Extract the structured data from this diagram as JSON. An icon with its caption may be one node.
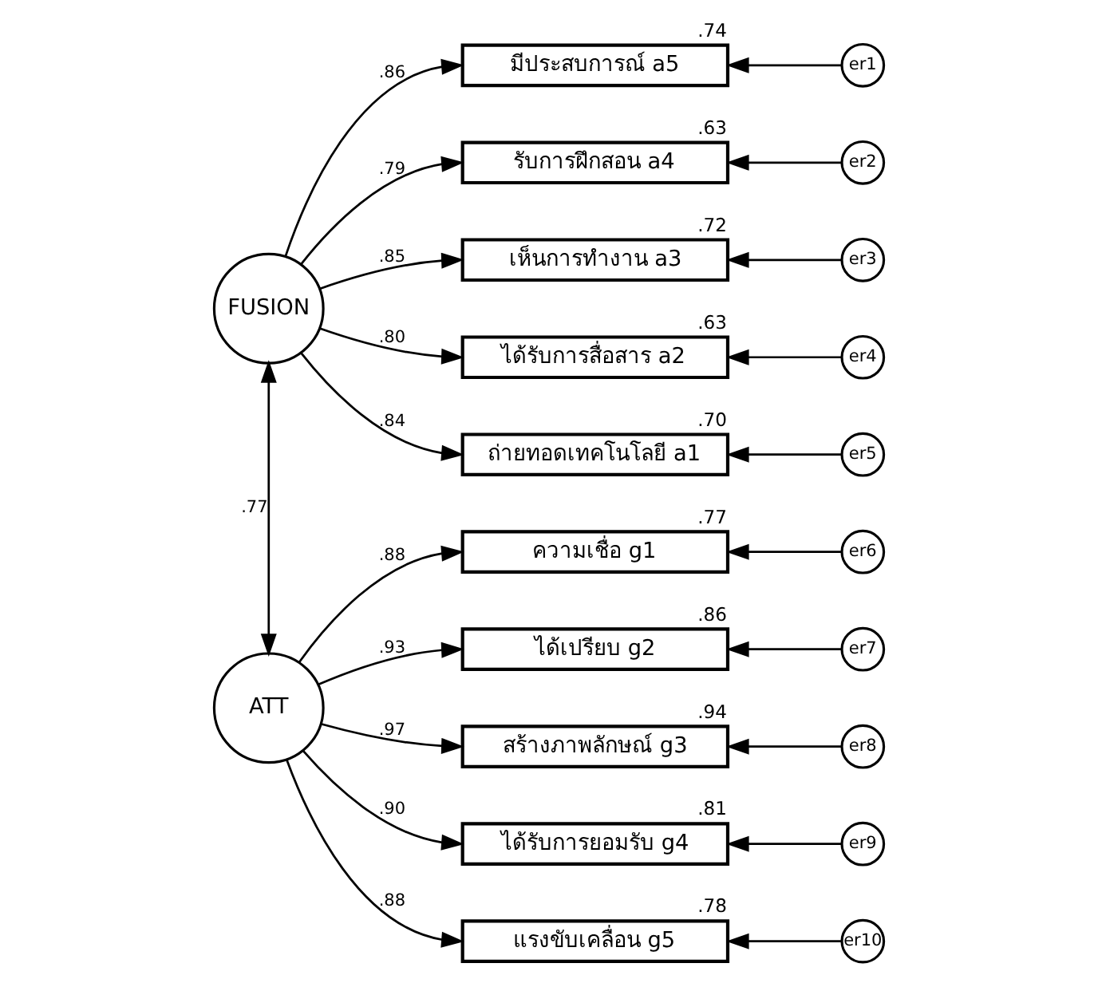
{
  "diagram": {
    "nodes": [
      {
        "text": [
          "FUSION"
        ]
      },
      {
        "text": [
          "ATT"
        ]
      },
      {
        "text": [
          "มีประสบการณ์ a5"
        ],
        "beside": [
          ".74"
        ]
      },
      {
        "text": [
          "รับการฝึกสอน a4"
        ],
        "beside": [
          ".63"
        ]
      },
      {
        "text": [
          "เห็นการทำงาน a3"
        ],
        "beside": [
          ".72"
        ]
      },
      {
        "text": [
          "ได้รับการสื่อสาร a2"
        ],
        "beside": [
          ".63"
        ]
      },
      {
        "text": [
          "ถ่ายทอดเทคโนโลยี a1"
        ],
        "beside": [
          ".70"
        ]
      },
      {
        "text": [
          "ความเชื่อ g1"
        ],
        "beside": [
          ".77"
        ]
      },
      {
        "text": [
          "ได้เปรียบ g2"
        ],
        "beside": [
          ".86"
        ]
      },
      {
        "text": [
          "สร้างภาพลักษณ์ g3"
        ],
        "beside": [
          ".94"
        ]
      },
      {
        "text": [
          "ได้รับการยอมรับ g4"
        ],
        "beside": [
          ".81"
        ]
      },
      {
        "text": [
          "แรงขับเคลื่อน g5"
        ],
        "beside": [
          ".78"
        ]
      },
      {
        "text": [
          "er1"
        ]
      },
      {
        "text": [
          "er2"
        ]
      },
      {
        "text": [
          "er3"
        ]
      },
      {
        "text": [
          "er4"
        ]
      },
      {
        "text": [
          "er5"
        ]
      },
      {
        "text": [
          "er6"
        ]
      },
      {
        "text": [
          "er7"
        ]
      },
      {
        "text": [
          "er8"
        ]
      },
      {
        "text": [
          "er9"
        ]
      },
      {
        "text": [
          "er10"
        ]
      }
    ],
    "edges": [
      {
        "from": 0,
        "to": 1,
        "arrow": "both",
        "label": ".77"
      },
      {
        "from": 0,
        "to": 2,
        "arrow": "to",
        "label": ".86"
      },
      {
        "from": 0,
        "to": 3,
        "arrow": "to",
        "label": ".79"
      },
      {
        "from": 0,
        "to": 4,
        "arrow": "to",
        "label": ".85"
      },
      {
        "from": 0,
        "to": 5,
        "arrow": "to",
        "label": ".80"
      },
      {
        "from": 0,
        "to": 6,
        "arrow": "to",
        "label": ".84"
      },
      {
        "from": 1,
        "to": 7,
        "arrow": "to",
        "label": ".88"
      },
      {
        "from": 1,
        "to": 8,
        "arrow": "to",
        "label": ".93"
      },
      {
        "from": 1,
        "to": 9,
        "arrow": "to",
        "label": ".97"
      },
      {
        "from": 1,
        "to": 10,
        "arrow": "to",
        "label": ".90"
      },
      {
        "from": 1,
        "to": 11,
        "arrow": "to",
        "label": ".88"
      },
      {
        "from": 12,
        "to": 2,
        "arrow": "to"
      },
      {
        "from": 13,
        "to": 3,
        "arrow": "to"
      },
      {
        "from": 14,
        "to": 4,
        "arrow": "to"
      },
      {
        "from": 15,
        "to": 5,
        "arrow": "to"
      },
      {
        "from": 16,
        "to": 6,
        "arrow": "to"
      },
      {
        "from": 17,
        "to": 7,
        "arrow": "to"
      },
      {
        "from": 18,
        "to": 8,
        "arrow": "to"
      },
      {
        "from": 19,
        "to": 9,
        "arrow": "to"
      },
      {
        "from": 20,
        "to": 10,
        "arrow": "to"
      },
      {
        "from": 21,
        "to": 11,
        "arrow": "to"
      }
    ]
  }
}
